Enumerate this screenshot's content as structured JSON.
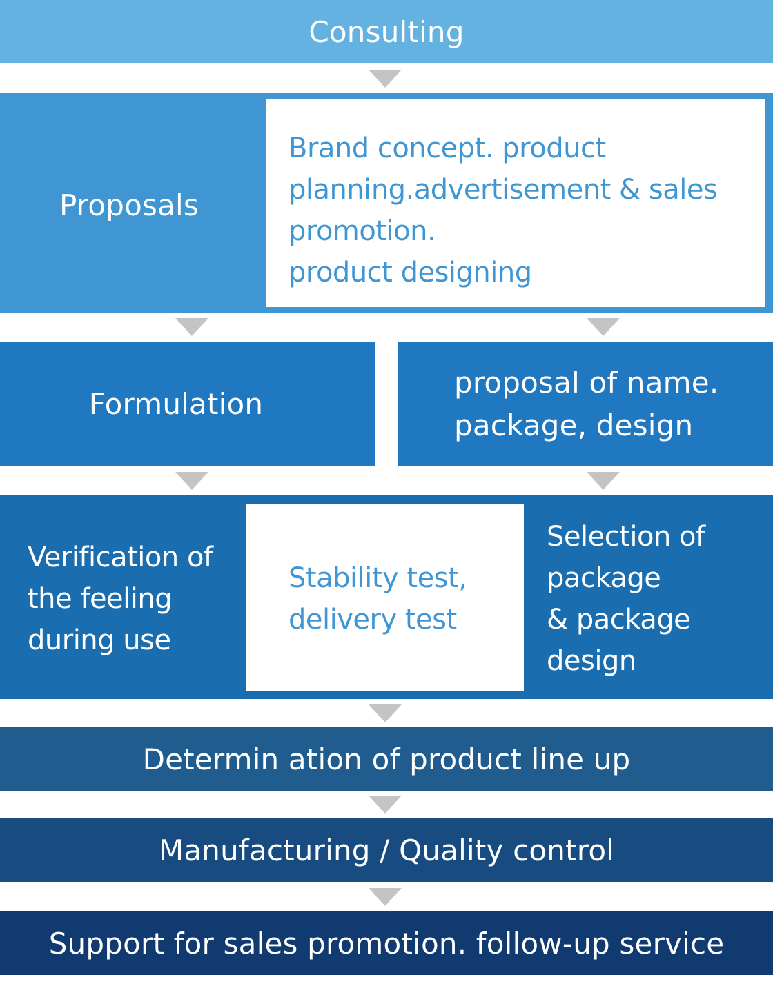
{
  "colors": {
    "consulting": "#64b2e1",
    "proposals": "#3f96d3",
    "formulation": "#1f78c0",
    "verification": "#1a6eaf",
    "determination": "#205d8e",
    "manufacturing": "#184c80",
    "support": "#113b70",
    "highlight_text": "#3f96d3",
    "arrow": "#c4c4c4"
  },
  "steps": {
    "consulting": "Consulting",
    "proposals": {
      "label": "Proposals",
      "detail_lines": [
        "Brand concept. product",
        "planning.advertisement & sales",
        "promotion.",
        "product designing"
      ]
    },
    "formulation": "Formulation",
    "naming": {
      "lines": [
        "proposal of name.",
        "package, design"
      ]
    },
    "verification": {
      "lines": [
        "Verification of",
        "the feeling",
        "during use"
      ]
    },
    "testing": {
      "lines": [
        "Stability test,",
        "delivery test"
      ]
    },
    "package_selection": {
      "lines": [
        "Selection of",
        "package",
        "& package",
        "design"
      ]
    },
    "determination": "Determin ation of product line up",
    "manufacturing": "Manufacturing / Quality control",
    "support": "Support for sales promotion. follow-up service"
  }
}
